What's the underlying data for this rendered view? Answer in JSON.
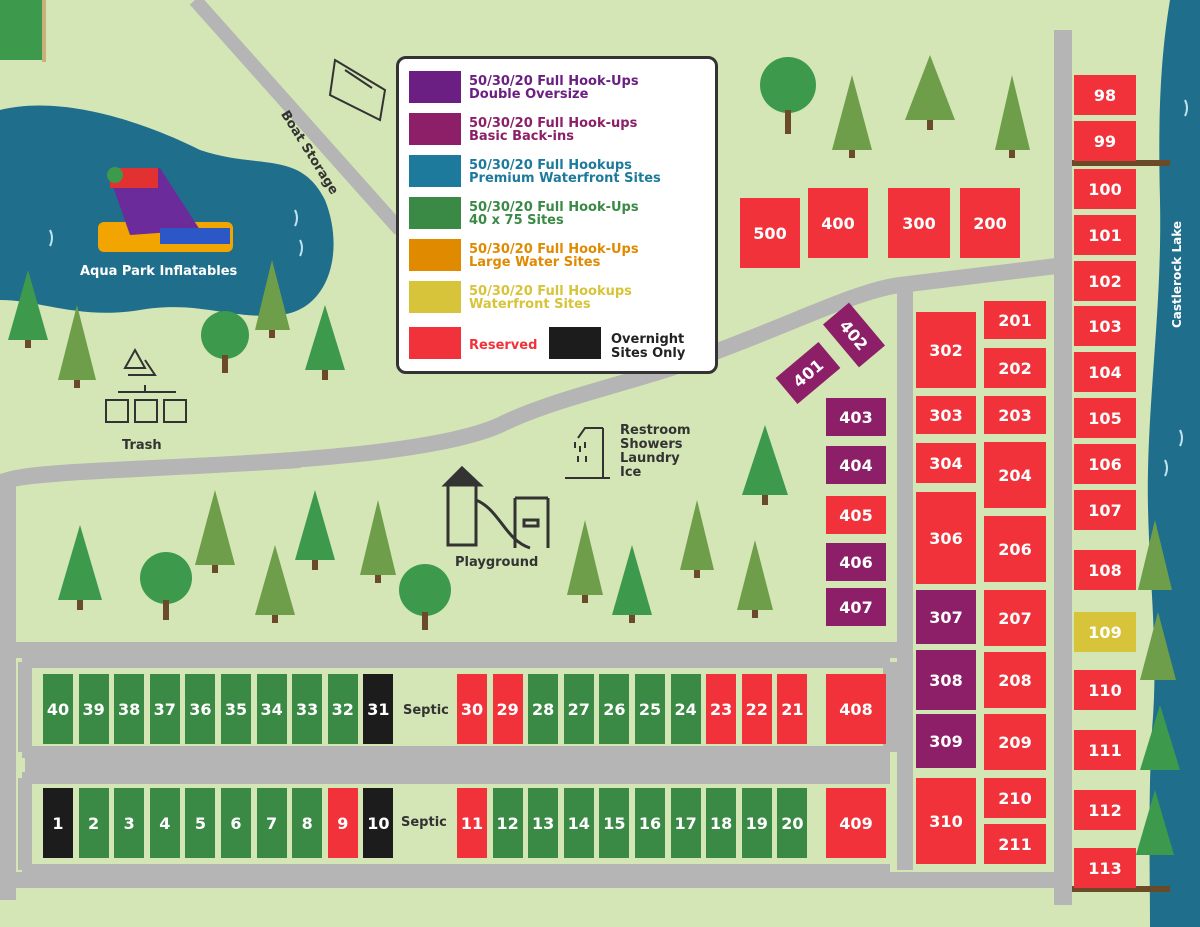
{
  "colors": {
    "grass": "#d4e6b5",
    "road": "#b5b5b5",
    "water": "#1f6e8c",
    "reserved": "#f2323a",
    "green_site": "#3a8a46",
    "purple_site": "#8c1f67",
    "overnight": "#1c1c1c",
    "waterfront": "#d7c43a",
    "double_oversize": "#6b1f82",
    "large_water": "#e08a00",
    "premium_waterfront": "#1d7a9c"
  },
  "legend": [
    {
      "key": "double_oversize",
      "line1": "50/30/20 Full Hook-Ups",
      "line2": "Double Oversize",
      "color": "#6b1f82"
    },
    {
      "key": "basic_backins",
      "line1": "50/30/20 Full Hook-ups",
      "line2": "Basic Back-ins",
      "color": "#8c1f67"
    },
    {
      "key": "premium_waterfront",
      "line1": "50/30/20 Full Hookups",
      "line2": "Premium Waterfront Sites",
      "color": "#1d7a9c"
    },
    {
      "key": "green_sites",
      "line1": "50/30/20 Full Hook-Ups",
      "line2": "40 x 75 Sites",
      "color": "#3a8a46"
    },
    {
      "key": "large_water",
      "line1": "50/30/20 Full Hook-Ups",
      "line2": "Large Water Sites",
      "color": "#e08a00"
    },
    {
      "key": "waterfront",
      "line1": "50/30/20 Full Hookups",
      "line2": "Waterfront Sites",
      "color": "#d7c43a"
    }
  ],
  "legend_reserved": "Reserved",
  "legend_overnight_line1": "Overnight",
  "legend_overnight_line2": "Sites Only",
  "labels": {
    "aqua_park": "Aqua Park Inflatables",
    "trash": "Trash",
    "boat_storage": "Boat Storage",
    "restroom": "Restroom",
    "showers": "Showers",
    "laundry": "Laundry",
    "ice": "Ice",
    "playground": "Playground",
    "septic_top": "Septic",
    "septic_bottom": "Septic",
    "lake": "Castlerock Lake"
  },
  "sites": {
    "row_top": [
      {
        "n": "40",
        "c": "green"
      },
      {
        "n": "39",
        "c": "green"
      },
      {
        "n": "38",
        "c": "green"
      },
      {
        "n": "37",
        "c": "green"
      },
      {
        "n": "36",
        "c": "green"
      },
      {
        "n": "35",
        "c": "green"
      },
      {
        "n": "34",
        "c": "green"
      },
      {
        "n": "33",
        "c": "green"
      },
      {
        "n": "32",
        "c": "green"
      },
      {
        "n": "31",
        "c": "black"
      },
      {
        "n": "30",
        "c": "red"
      },
      {
        "n": "29",
        "c": "red"
      },
      {
        "n": "28",
        "c": "green"
      },
      {
        "n": "27",
        "c": "green"
      },
      {
        "n": "26",
        "c": "green"
      },
      {
        "n": "25",
        "c": "green"
      },
      {
        "n": "24",
        "c": "green"
      },
      {
        "n": "23",
        "c": "red"
      },
      {
        "n": "22",
        "c": "red"
      },
      {
        "n": "21",
        "c": "red"
      }
    ],
    "row_bottom": [
      {
        "n": "1",
        "c": "black"
      },
      {
        "n": "2",
        "c": "green"
      },
      {
        "n": "3",
        "c": "green"
      },
      {
        "n": "4",
        "c": "green"
      },
      {
        "n": "5",
        "c": "green"
      },
      {
        "n": "6",
        "c": "green"
      },
      {
        "n": "7",
        "c": "green"
      },
      {
        "n": "8",
        "c": "green"
      },
      {
        "n": "9",
        "c": "red"
      },
      {
        "n": "10",
        "c": "black"
      },
      {
        "n": "11",
        "c": "red"
      },
      {
        "n": "12",
        "c": "green"
      },
      {
        "n": "13",
        "c": "green"
      },
      {
        "n": "14",
        "c": "green"
      },
      {
        "n": "15",
        "c": "green"
      },
      {
        "n": "16",
        "c": "green"
      },
      {
        "n": "17",
        "c": "green"
      },
      {
        "n": "18",
        "c": "green"
      },
      {
        "n": "19",
        "c": "green"
      },
      {
        "n": "20",
        "c": "green"
      }
    ],
    "col_400": [
      {
        "n": "403",
        "c": "purple"
      },
      {
        "n": "404",
        "c": "purple"
      },
      {
        "n": "405",
        "c": "red"
      },
      {
        "n": "406",
        "c": "purple"
      },
      {
        "n": "407",
        "c": "purple"
      },
      {
        "n": "408",
        "c": "red"
      },
      {
        "n": "409",
        "c": "red"
      }
    ],
    "angled": [
      {
        "n": "401",
        "c": "purple"
      },
      {
        "n": "402",
        "c": "purple"
      }
    ],
    "top_row": [
      {
        "n": "500",
        "c": "red"
      },
      {
        "n": "400",
        "c": "red"
      },
      {
        "n": "300",
        "c": "red"
      },
      {
        "n": "200",
        "c": "red"
      }
    ],
    "col_300": [
      {
        "n": "302",
        "c": "red"
      },
      {
        "n": "303",
        "c": "red"
      },
      {
        "n": "304",
        "c": "red"
      },
      {
        "n": "306",
        "c": "red"
      },
      {
        "n": "307",
        "c": "purple"
      },
      {
        "n": "308",
        "c": "purple"
      },
      {
        "n": "309",
        "c": "purple"
      },
      {
        "n": "310",
        "c": "red"
      }
    ],
    "col_200": [
      {
        "n": "201",
        "c": "red"
      },
      {
        "n": "202",
        "c": "red"
      },
      {
        "n": "203",
        "c": "red"
      },
      {
        "n": "204",
        "c": "red"
      },
      {
        "n": "206",
        "c": "red"
      },
      {
        "n": "207",
        "c": "red"
      },
      {
        "n": "208",
        "c": "red"
      },
      {
        "n": "209",
        "c": "red"
      },
      {
        "n": "210",
        "c": "red"
      },
      {
        "n": "211",
        "c": "red"
      }
    ],
    "col_100": [
      {
        "n": "98",
        "c": "red"
      },
      {
        "n": "99",
        "c": "red"
      },
      {
        "n": "100",
        "c": "red"
      },
      {
        "n": "101",
        "c": "red"
      },
      {
        "n": "102",
        "c": "red"
      },
      {
        "n": "103",
        "c": "red"
      },
      {
        "n": "104",
        "c": "red"
      },
      {
        "n": "105",
        "c": "red"
      },
      {
        "n": "106",
        "c": "red"
      },
      {
        "n": "107",
        "c": "red"
      },
      {
        "n": "108",
        "c": "red"
      },
      {
        "n": "109",
        "c": "yellow"
      },
      {
        "n": "110",
        "c": "red"
      },
      {
        "n": "111",
        "c": "red"
      },
      {
        "n": "112",
        "c": "red"
      },
      {
        "n": "113",
        "c": "red"
      }
    ]
  }
}
